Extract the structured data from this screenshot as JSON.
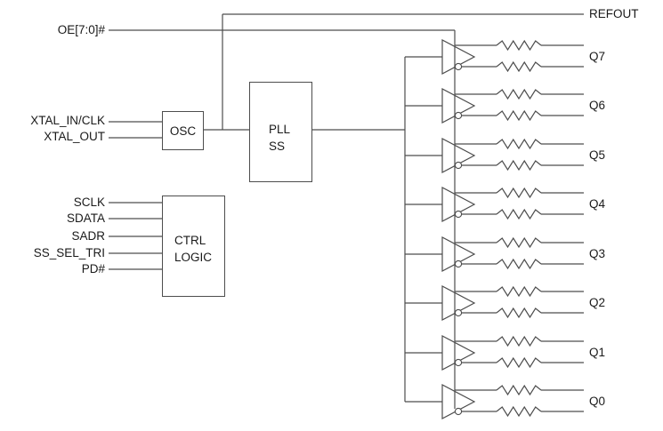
{
  "colors": {
    "background": "#ffffff",
    "line": "#4d4d4d",
    "text": "#1a1a1a"
  },
  "left_ports": {
    "oe": {
      "label": "OE[7:0]#"
    },
    "xtal_in": {
      "label": "XTAL_IN/CLK"
    },
    "xtal_out": {
      "label": "XTAL_OUT"
    },
    "sclk": {
      "label": "SCLK"
    },
    "sdata": {
      "label": "SDATA"
    },
    "sadr": {
      "label": "SADR"
    },
    "ss_sel_tri": {
      "label": "SS_SEL_TRI"
    },
    "pd": {
      "label": "PD#"
    }
  },
  "blocks": {
    "osc": {
      "label": "OSC"
    },
    "pll": {
      "line1": "PLL",
      "line2": "SS"
    },
    "ctrl": {
      "line1": "CTRL",
      "line2": "LOGIC"
    }
  },
  "right_ports": {
    "refout": {
      "label": "REFOUT"
    },
    "outputs": [
      "Q7",
      "Q6",
      "Q5",
      "Q4",
      "Q3",
      "Q2",
      "Q1",
      "Q0"
    ]
  }
}
